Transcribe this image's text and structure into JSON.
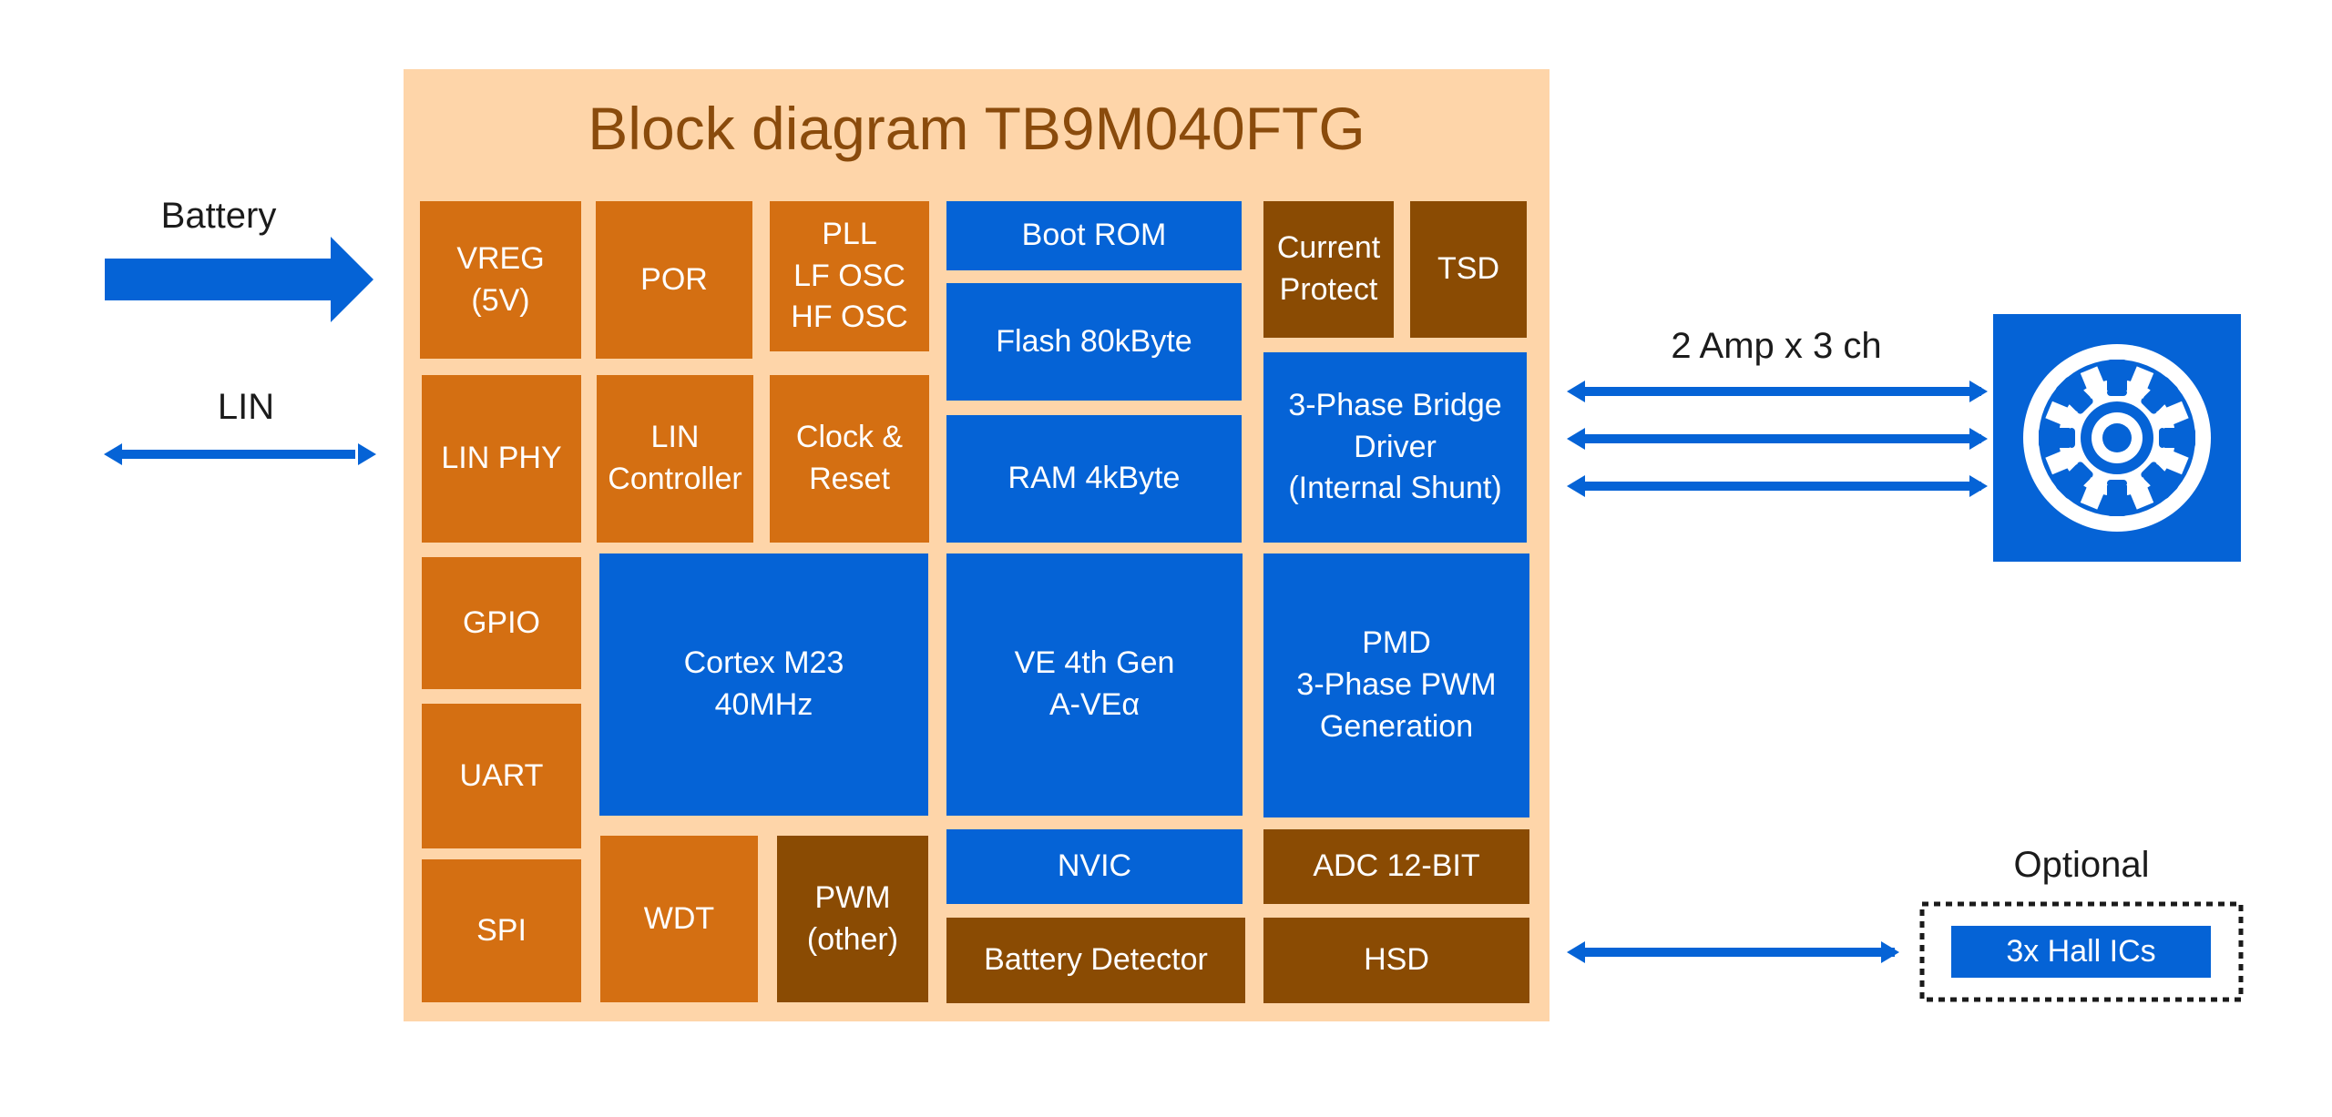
{
  "diagram": {
    "title": "Block diagram TB9M040FTG",
    "external_labels": {
      "battery": "Battery",
      "lin": "LIN",
      "motor_output": "2 Amp x 3 ch",
      "optional": "Optional",
      "hall": "3x Hall ICs"
    },
    "blocks": {
      "vreg": "VREG\n(5V)",
      "por": "POR",
      "pll": "PLL\nLF OSC\nHF OSC",
      "boot_rom": "Boot ROM",
      "current_protect": "Current\nProtect",
      "tsd": "TSD",
      "flash": "Flash 80kByte",
      "lin_phy": "LIN PHY",
      "lin_controller": "LIN\nController",
      "clock_reset": "Clock &\nReset",
      "ram": "RAM 4kByte",
      "bridge_driver": "3-Phase Bridge\nDriver\n(Internal Shunt)",
      "gpio": "GPIO",
      "cortex": "Cortex M23\n40MHz",
      "ve": "VE 4th Gen\nA-VEα",
      "pmd": "PMD\n3-Phase PWM\nGeneration",
      "uart": "UART",
      "nvic": "NVIC",
      "adc": "ADC 12-BIT",
      "spi": "SPI",
      "wdt": "WDT",
      "pwm_other": "PWM\n(other)",
      "battery_detector": "Battery Detector",
      "hsd": "HSD"
    },
    "icons": {
      "motor": "motor-gear-icon"
    },
    "colors": {
      "chip_background": "#fed5a9",
      "title": "#8a4b0c",
      "orange_block": "#d46f12",
      "brown_block": "#8a4b03",
      "blue_block": "#0563d6",
      "arrow": "#0563d6"
    }
  }
}
